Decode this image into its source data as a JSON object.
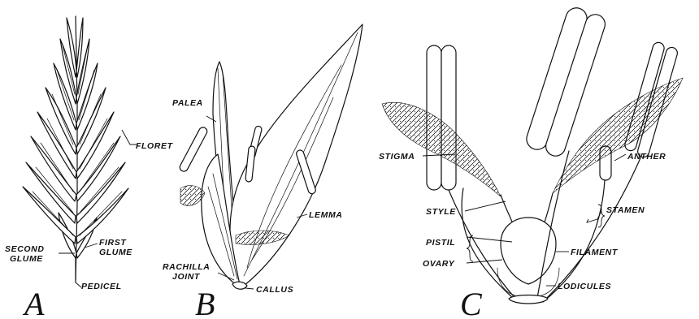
{
  "panels": {
    "a": {
      "letter": "A",
      "labels": {
        "floret": "FLORET",
        "first_glume_1": "FIRST",
        "first_glume_2": "GLUME",
        "second_glume_1": "SECOND",
        "second_glume_2": "GLUME",
        "pedicel": "PEDICEL"
      }
    },
    "b": {
      "letter": "B",
      "labels": {
        "palea": "PALEA",
        "lemma": "LEMMA",
        "rachilla_1": "RACHILLA",
        "rachilla_2": "JOINT",
        "callus": "CALLUS"
      }
    },
    "c": {
      "letter": "C",
      "labels": {
        "stigma": "STIGMA",
        "anther": "ANTHER",
        "style": "STYLE",
        "stamen": "STAMEN",
        "pistil": "PISTIL",
        "filament": "FILAMENT",
        "ovary": "OVARY",
        "lodicules": "LODICULES"
      }
    }
  }
}
